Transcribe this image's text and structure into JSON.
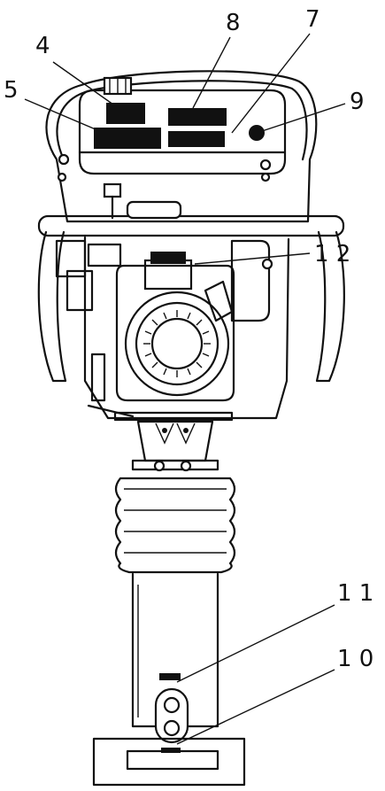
{
  "labels": {
    "l4": "4",
    "l5": "5",
    "l7": "7",
    "l8": "8",
    "l9": "9",
    "l10": "1 0",
    "l11": "1 1",
    "l12": "1 2"
  },
  "colors": {
    "ink": "#111111",
    "paper": "#ffffff"
  }
}
